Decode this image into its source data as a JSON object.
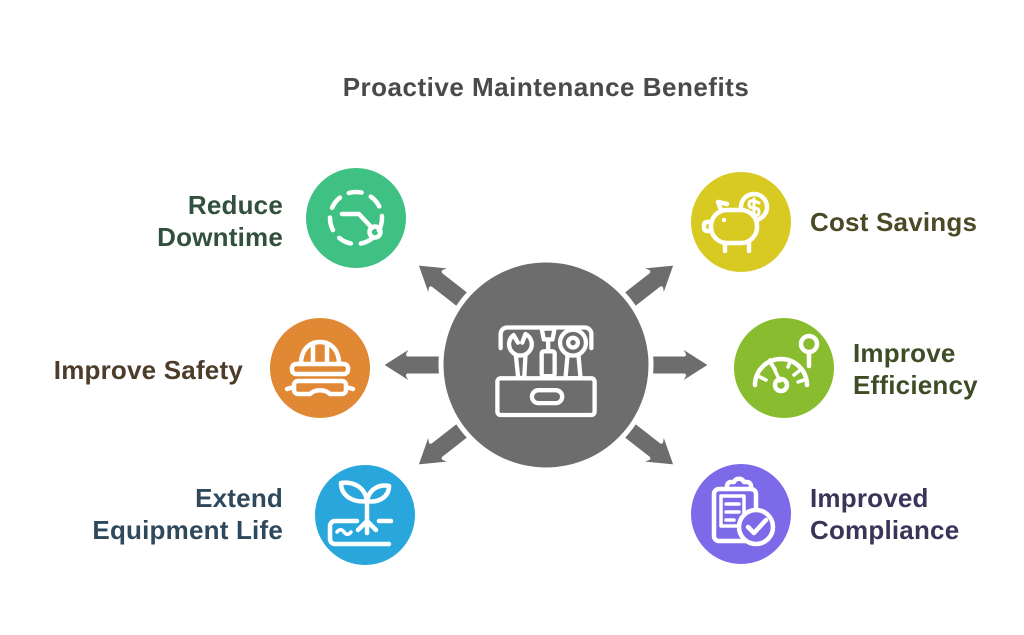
{
  "title": {
    "text": "Proactive Maintenance Benefits",
    "color": "#4a4a4a"
  },
  "center": {
    "icon": "toolbox-icon",
    "color": "#6d6d6d",
    "outline_color": "#ffffff",
    "arrow_count": 6
  },
  "benefits": [
    {
      "id": "reduce-downtime",
      "label": "Reduce\nDowntime",
      "icon": "clock-icon",
      "circle_color": "#3fc183",
      "text_color": "#31503e"
    },
    {
      "id": "cost-savings",
      "label": "Cost Savings",
      "icon": "piggy-bank-icon",
      "circle_color": "#d9ca23",
      "text_color": "#4b4a26"
    },
    {
      "id": "improve-safety",
      "label": "Improve Safety",
      "icon": "hard-hat-icon",
      "circle_color": "#e08834",
      "text_color": "#4d3c2a"
    },
    {
      "id": "improve-efficiency",
      "label": "Improve\nEfficiency",
      "icon": "gauge-icon",
      "circle_color": "#8abc30",
      "text_color": "#3f4d27"
    },
    {
      "id": "extend-equipment-life",
      "label": "Extend\nEquipment Life",
      "icon": "plant-icon",
      "circle_color": "#29a7dd",
      "text_color": "#2f495c"
    },
    {
      "id": "improved-compliance",
      "label": "Improved\nCompliance",
      "icon": "clipboard-check-icon",
      "circle_color": "#7d6ae9",
      "text_color": "#3a3458"
    }
  ]
}
